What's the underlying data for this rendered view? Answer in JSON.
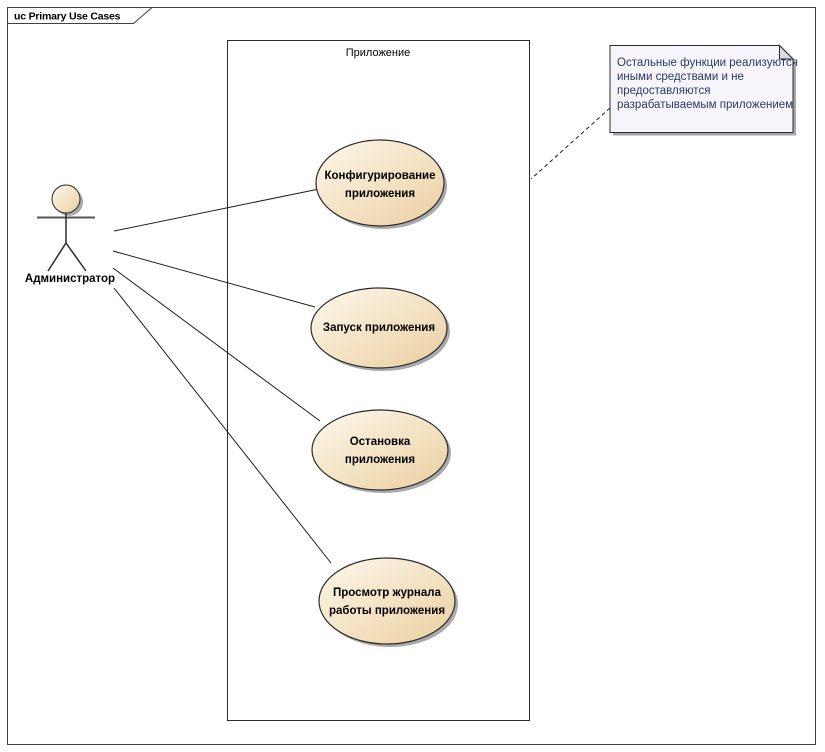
{
  "frame": {
    "label": "uc Primary Use Cases"
  },
  "boundary": {
    "label": "Приложение"
  },
  "actor": {
    "label": "Администратор"
  },
  "use_cases": [
    {
      "name": "configure-application",
      "lines": [
        "Конфигурирование",
        "приложения"
      ]
    },
    {
      "name": "start-application",
      "lines": [
        "Запуск приложения"
      ]
    },
    {
      "name": "stop-application",
      "lines": [
        "Остановка",
        "приложения"
      ]
    },
    {
      "name": "view-application-log",
      "lines": [
        "Просмотр журнала",
        "работы приложения"
      ]
    }
  ],
  "note": {
    "lines": [
      "Остальные функции реализуются",
      "иными средствами и не",
      "предоставляются",
      "разрабатываемым приложением"
    ]
  },
  "colors": {
    "shape_fill_light": "#fdf8ec",
    "shape_fill_dark": "#ebcf9f",
    "shape_stroke": "#2b2b2b",
    "shadow": "#a9a9a9",
    "note_fill": "#f7f5fc",
    "note_fold": "#dedbe8",
    "note_text": "#2b3a5e",
    "connector": "#1f1f1f",
    "frame_stroke": "#404040"
  }
}
